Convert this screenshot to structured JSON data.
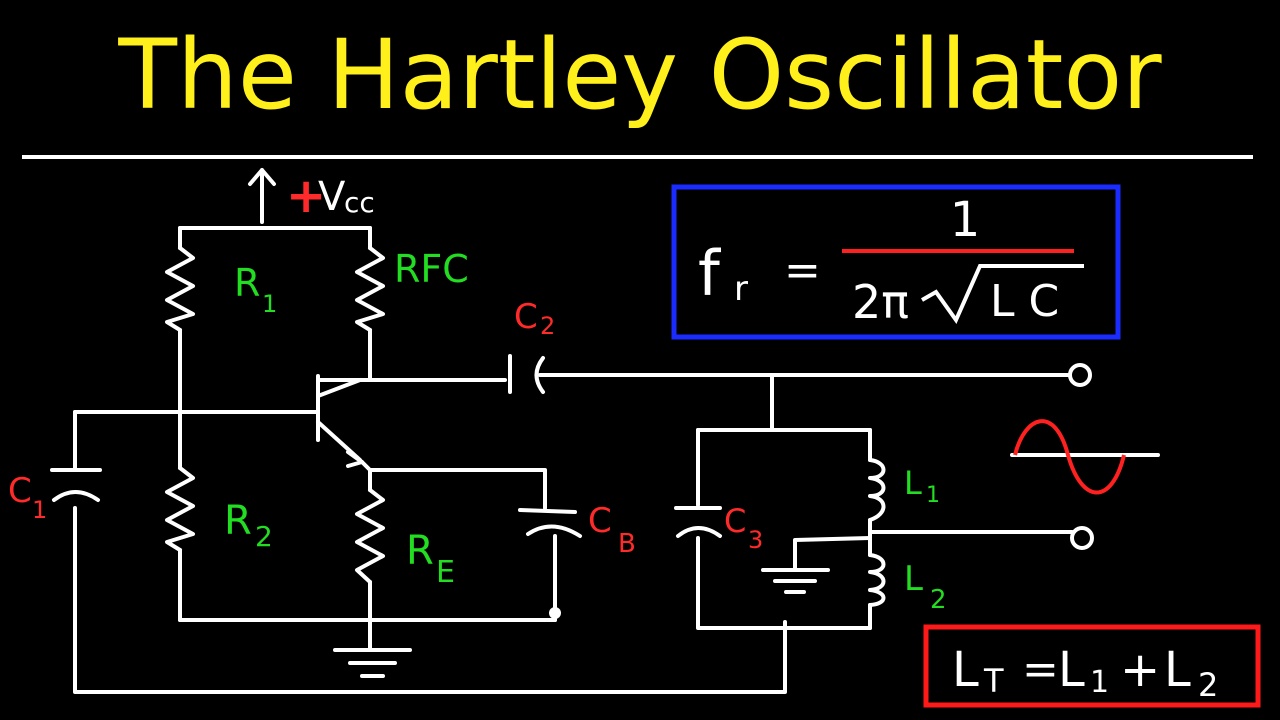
{
  "title": "The Hartley Oscillator",
  "colors": {
    "background": "#000000",
    "title": "#ffef1a",
    "wire": "#ffffff",
    "component_label": "#22dd22",
    "capacitor_label": "#ff2a2a",
    "formula_box": "#1a2cff",
    "inductance_box": "#ff1a1a"
  },
  "supply": {
    "sign": "+",
    "label": "V",
    "subscript": "cc"
  },
  "labels": {
    "r1": {
      "main": "R",
      "sub": "1"
    },
    "rfc": "RFC",
    "r2": {
      "main": "R",
      "sub": "2"
    },
    "re": {
      "main": "R",
      "sub": "E"
    },
    "c1": {
      "main": "C",
      "sub": "1"
    },
    "c2": {
      "main": "C",
      "sub": "2"
    },
    "c3": {
      "main": "C",
      "sub": "3"
    },
    "cb": {
      "main": "C",
      "sub": "B"
    },
    "l1": {
      "main": "L",
      "sub": "1"
    },
    "l2": {
      "main": "L",
      "sub": "2"
    }
  },
  "formula": {
    "lhs": "f",
    "lhs_sub": "r",
    "equals": "=",
    "numerator": "1",
    "denominator_prefix": "2π",
    "denominator_radicand": "LC"
  },
  "inductance": {
    "lhs": "L",
    "lhs_sub": "T",
    "equals": "=",
    "term1": "L",
    "term1_sub": "1",
    "plus": "+",
    "term2": "L",
    "term2_sub": "2"
  }
}
